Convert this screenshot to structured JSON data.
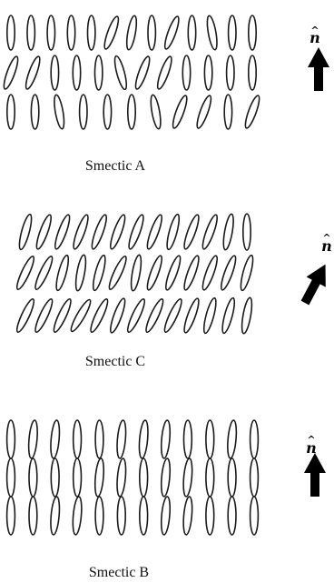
{
  "panels": [
    {
      "caption": "Smectic A",
      "director_label": "n",
      "director_hat": "^",
      "director_tilt_deg": 0,
      "layers": [
        [
          0,
          0,
          0,
          0,
          0,
          20,
          10,
          0,
          20,
          0,
          -10,
          0,
          0
        ],
        [
          20,
          20,
          0,
          0,
          0,
          -15,
          20,
          20,
          0,
          0,
          0,
          0
        ],
        [
          0,
          0,
          -10,
          0,
          0,
          0,
          -10,
          20,
          20,
          0,
          20
        ]
      ]
    },
    {
      "caption": "Smectic C",
      "director_label": "n",
      "director_hat": "^",
      "director_tilt_deg": 28,
      "layers": [
        [
          15,
          20,
          20,
          20,
          20,
          20,
          20,
          20,
          15,
          20,
          20,
          10,
          0
        ],
        [
          25,
          25,
          15,
          10,
          15,
          25,
          10,
          20,
          20,
          20,
          20,
          20,
          15
        ],
        [
          25,
          25,
          25,
          30,
          25,
          20,
          25,
          25,
          25,
          20,
          15,
          15,
          10
        ]
      ]
    },
    {
      "caption": "Smectic B",
      "director_label": "n",
      "director_hat": "^",
      "director_tilt_deg": 0,
      "layers": [
        [
          0,
          5,
          5,
          0,
          0,
          5,
          5,
          5,
          0,
          0,
          5,
          0
        ],
        [
          0,
          0,
          0,
          0,
          5,
          5,
          0,
          5,
          5,
          0,
          0,
          0
        ],
        [
          0,
          0,
          5,
          5,
          0,
          0,
          0,
          5,
          5,
          0,
          0,
          0
        ]
      ]
    }
  ]
}
